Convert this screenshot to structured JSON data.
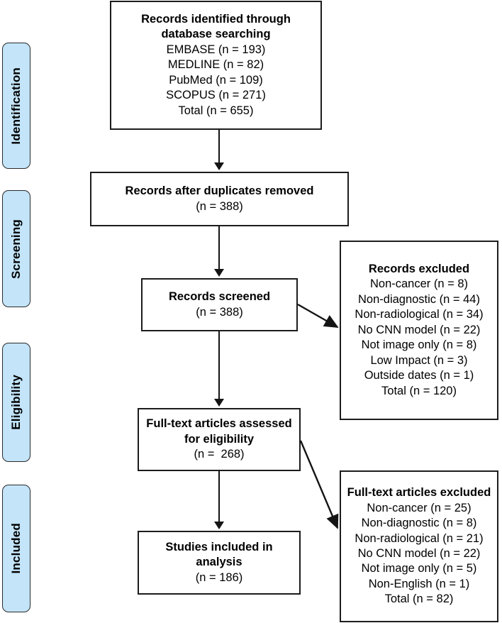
{
  "diagram": {
    "title": "PRISMA study selection flow diagram",
    "colors": {
      "stage_pill_fill": "#c3e4f9",
      "stage_pill_border": "#2b2b2b",
      "box_border": "#1c1c1c",
      "connector": "#141414",
      "background": "#ffffff",
      "text": "#000000"
    }
  },
  "stages": [
    {
      "label": "Identification"
    },
    {
      "label": "Screening"
    },
    {
      "label": "Eligibility"
    },
    {
      "label": "Included"
    }
  ],
  "boxes": {
    "identified": {
      "heading": [
        "Records identified through",
        "database searching"
      ],
      "lines": [
        "EMBASE (n = 193)",
        "MEDLINE (n = 82)",
        "PubMed (n = 109)",
        "SCOPUS (n = 271)",
        "Total (n = 655)"
      ]
    },
    "duplicates_removed": {
      "heading": [
        "Records after duplicates removed"
      ],
      "lines": [
        "(n = 388)"
      ]
    },
    "records_screened": {
      "heading": [
        "Records screened"
      ],
      "lines": [
        "(n = 388)"
      ]
    },
    "records_excluded": {
      "heading": [
        "Records excluded"
      ],
      "lines": [
        "Non-cancer (n = 8)",
        "Non-diagnostic (n = 44)",
        "Non-radiological (n = 34)",
        "No CNN model (n = 22)",
        "Not image only (n = 8)",
        "Low Impact (n = 3)",
        "Outside dates (n = 1)",
        "Total (n = 120)"
      ]
    },
    "fulltext_assessed": {
      "heading": [
        "Full-text articles assessed",
        "for eligibility"
      ],
      "lines": [
        "(n =  268)"
      ]
    },
    "fulltext_excluded": {
      "heading": [
        "Full-text articles excluded"
      ],
      "lines": [
        "Non-cancer (n = 25)",
        "Non-diagnostic (n = 8)",
        "Non-radiological (n = 21)",
        "No CNN model (n = 22)",
        "Not image only (n = 5)",
        "Non-English (n = 1)",
        "Total (n = 82)"
      ]
    },
    "studies_included": {
      "heading": [
        "Studies included in",
        "analysis"
      ],
      "lines": [
        "(n = 186)"
      ]
    }
  }
}
